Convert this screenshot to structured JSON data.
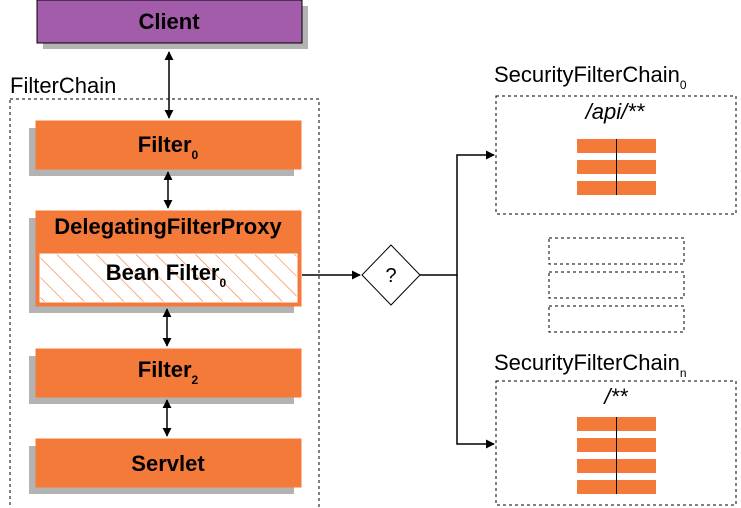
{
  "client": {
    "label": "Client"
  },
  "filter_chain": {
    "title": "FilterChain",
    "filter0": {
      "label": "Filter",
      "sub": "0"
    },
    "delegating_proxy": {
      "label": "DelegatingFilterProxy"
    },
    "bean_filter": {
      "label": "Bean Filter",
      "sub": "0"
    },
    "filter2": {
      "label": "Filter",
      "sub": "2"
    },
    "servlet": {
      "label": "Servlet"
    }
  },
  "decision": {
    "label": "?"
  },
  "security_chains": [
    {
      "title": "SecurityFilterChain",
      "sub": "0",
      "pattern": "/api/**",
      "filter_count": 3
    },
    {
      "title": "SecurityFilterChain",
      "sub": "n",
      "pattern": "/**",
      "filter_count": 4
    }
  ],
  "placeholder_chains": 3,
  "colors": {
    "client_fill": "#a25caa",
    "filter_fill": "#f47a3a",
    "shadow": "#b3b3b3",
    "line": "#000000"
  }
}
